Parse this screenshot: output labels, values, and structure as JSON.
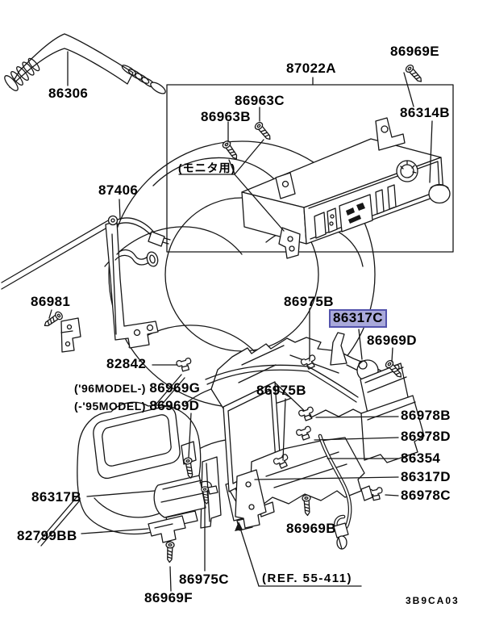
{
  "diagram": {
    "code": "3B9CA03",
    "selected_part": "86317C",
    "highlight_fill": "#a9a9da",
    "highlight_border": "#5353ac",
    "line_color": "#161616",
    "watermark_color": "#d9d9d9",
    "labels": [
      {
        "text": "86306"
      },
      {
        "text": "87022A"
      },
      {
        "text": "86969E"
      },
      {
        "text": "86963C"
      },
      {
        "text": "86963B"
      },
      {
        "text": "86314B"
      },
      {
        "text": "87406"
      },
      {
        "text": "86981"
      },
      {
        "text": "86975B"
      },
      {
        "text": "86317C",
        "highlighted": true
      },
      {
        "text": "86969D"
      },
      {
        "text": "82842"
      },
      {
        "text": "86969G",
        "prefix": "('96MODEL-)"
      },
      {
        "text": "86969D",
        "prefix": "(-'95MODEL)"
      },
      {
        "text": "86975B"
      },
      {
        "text": "86978B"
      },
      {
        "text": "86978D"
      },
      {
        "text": "86354"
      },
      {
        "text": "86317D"
      },
      {
        "text": "86978C"
      },
      {
        "text": "86317B"
      },
      {
        "text": "82799BB"
      },
      {
        "text": "86969B"
      },
      {
        "text": "86975C"
      },
      {
        "text": "86969F"
      }
    ],
    "annotations": {
      "monitor_note": "(モニタ用)",
      "ref_note": "(REF. 55-411)"
    }
  }
}
